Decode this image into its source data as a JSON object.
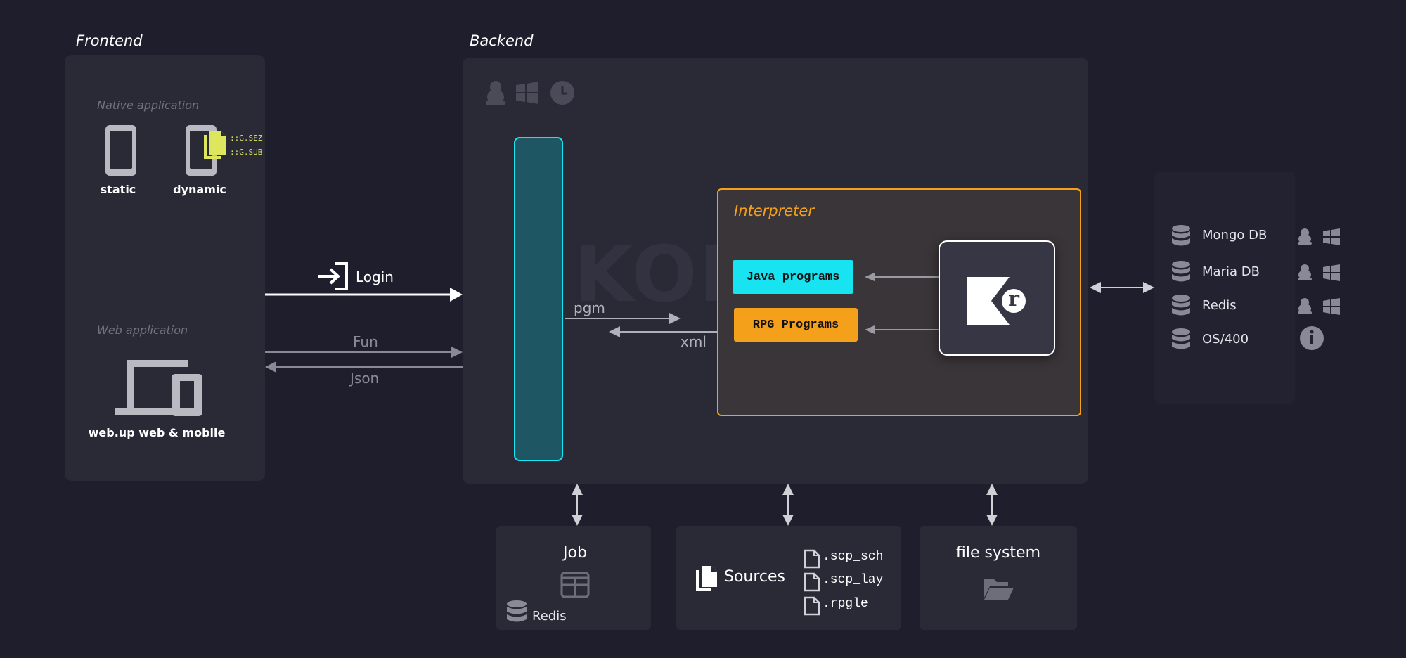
{
  "frontend": {
    "title": "Frontend",
    "native_label": "Native application",
    "static_label": "static",
    "dynamic_label": "dynamic",
    "code_lines": [
      "::G.SEZ",
      "::G.SUB"
    ],
    "web_label": "Web application",
    "webup_label": "web.up web & mobile"
  },
  "connections": {
    "login": "Login",
    "fun": "Fun",
    "json": "Json",
    "pgm": "pgm",
    "xml": "xml"
  },
  "backend": {
    "title": "Backend",
    "watermark": "KOKOS",
    "os_icons": [
      "linux-icon",
      "windows-icon",
      "clock-icon"
    ]
  },
  "interpreter": {
    "title": "Interpreter",
    "java_label": "Java programs",
    "rpg_label": "RPG Programs",
    "logo_letter": "r"
  },
  "databases": [
    {
      "name": "Mongo DB",
      "platforms": [
        "linux-icon",
        "windows-icon"
      ]
    },
    {
      "name": "Maria DB",
      "platforms": [
        "linux-icon",
        "windows-icon"
      ]
    },
    {
      "name": "Redis",
      "platforms": [
        "linux-icon",
        "windows-icon"
      ]
    },
    {
      "name": "OS/400",
      "platforms": [
        "ibm-i-icon"
      ]
    }
  ],
  "bottom": {
    "job_title": "Job",
    "job_redis": "Redis",
    "sources_title": "Sources",
    "source_files": [
      ".scp_sch",
      ".scp_lay",
      ".rpgle"
    ],
    "fs_title": "file system"
  },
  "colors": {
    "background": "#1e1e2d",
    "panel": "#2a2a37",
    "cyan": "#17e4f0",
    "orange": "#f5a01a",
    "teal": "#1f5663",
    "yellow": "#dde65c"
  }
}
